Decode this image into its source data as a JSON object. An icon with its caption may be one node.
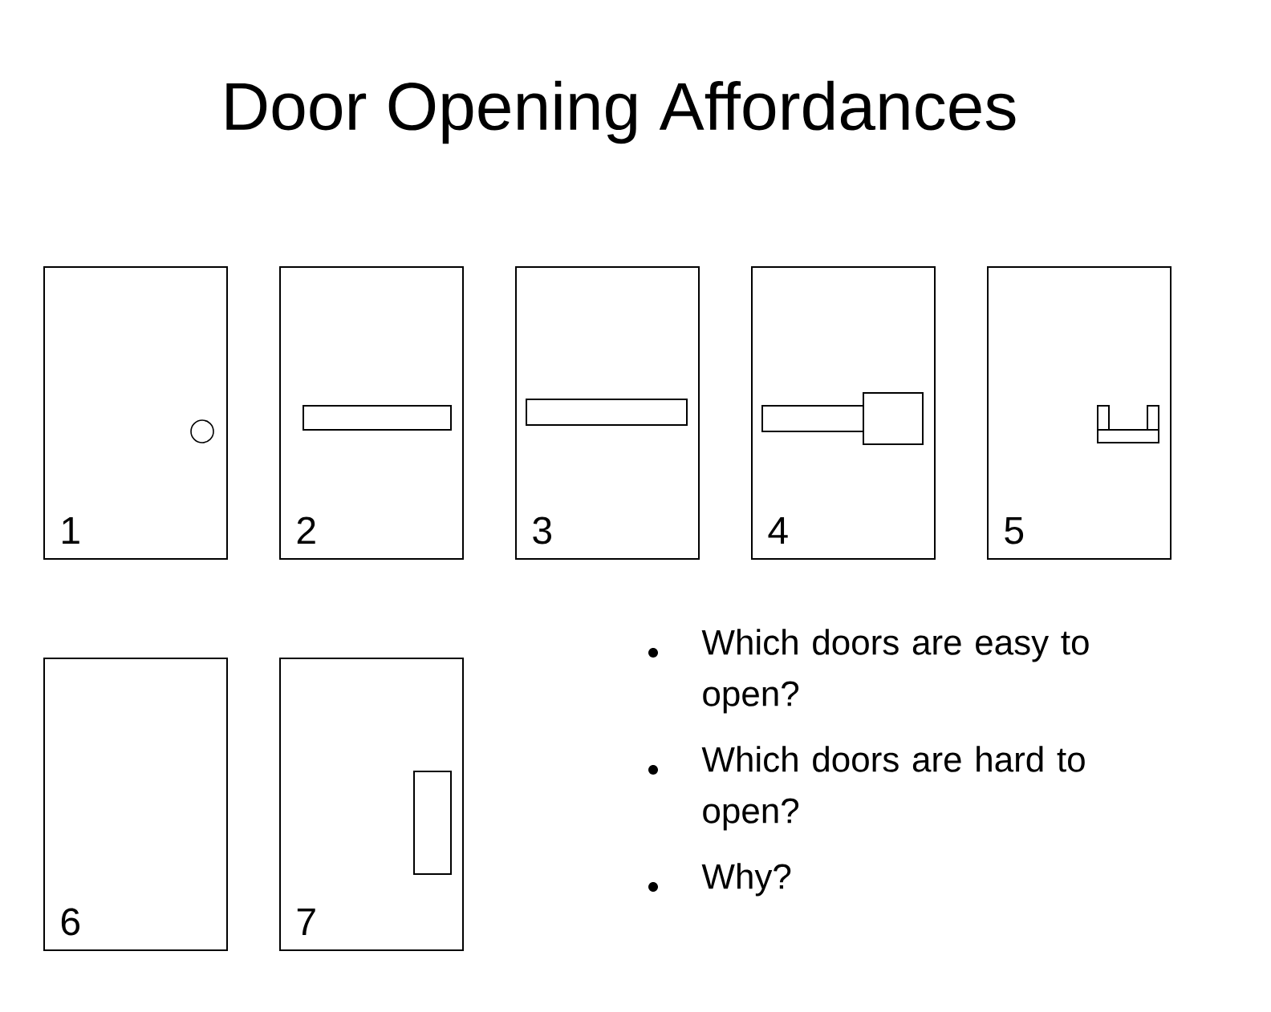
{
  "diagram": {
    "title": "Door Opening Affordances",
    "nodes": [
      {
        "text": [
          "1"
        ]
      },
      {
        "text": [
          "2"
        ]
      },
      {
        "text": [
          "3"
        ]
      },
      {
        "text": [
          "4"
        ]
      },
      {
        "text": [
          "5"
        ]
      },
      {
        "text": [
          "6"
        ]
      },
      {
        "text": [
          "7"
        ]
      }
    ],
    "labels": [
      "Which doors are easy to open?",
      "Which doors are hard to open?",
      "Why?"
    ]
  }
}
